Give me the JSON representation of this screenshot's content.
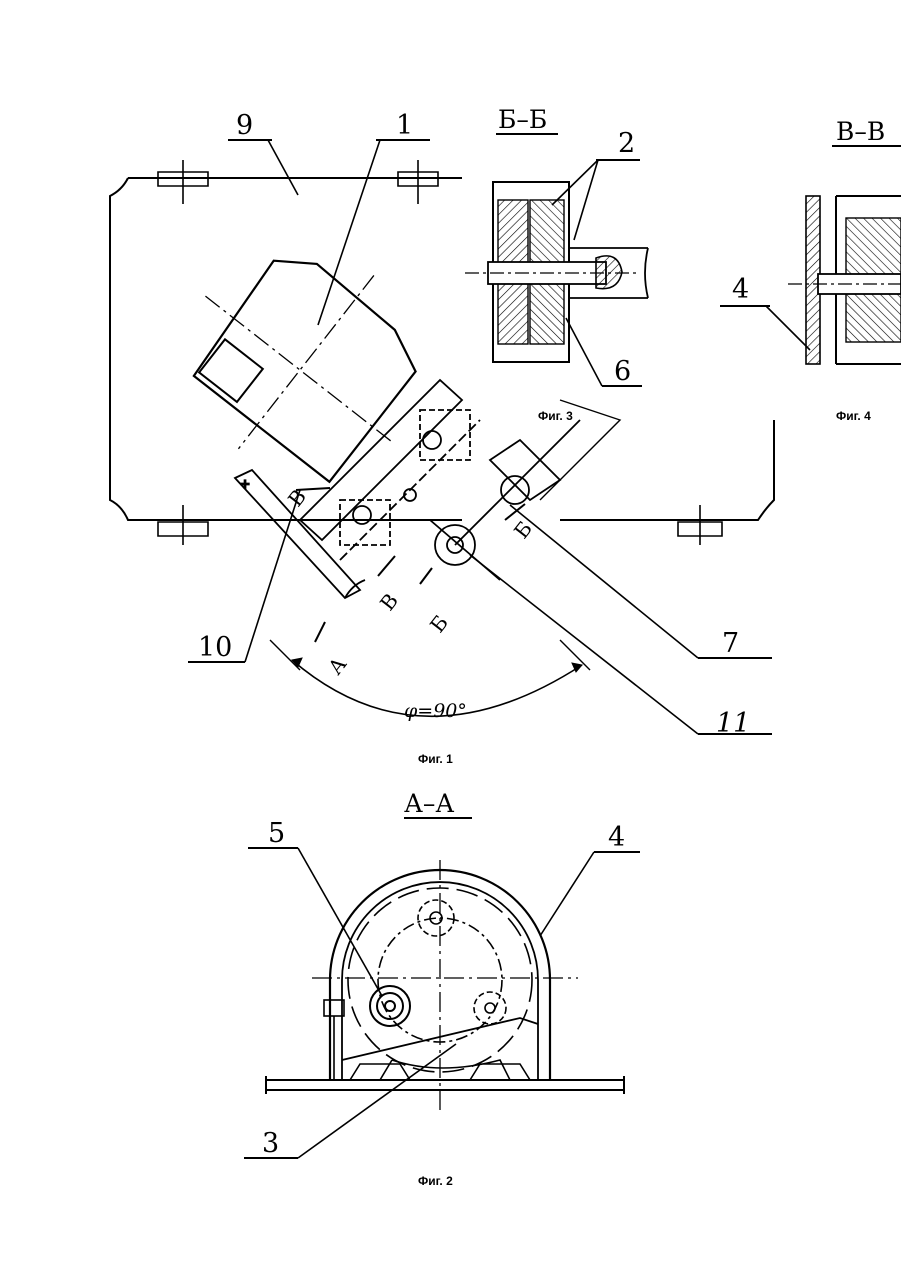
{
  "figures": {
    "fig1": {
      "caption": "Фиг. 1",
      "angle_label": "φ=90°",
      "leaders": [
        "9",
        "1",
        "10",
        "7",
        "11"
      ],
      "cut_marks": [
        "В",
        "В",
        "Б",
        "Б",
        "А"
      ]
    },
    "fig2": {
      "caption": "Фиг. 2",
      "section_title": "А–А",
      "leaders": [
        "5",
        "4",
        "3"
      ]
    },
    "fig3": {
      "caption": "Фиг. 3",
      "section_title": "Б–Б",
      "leaders": [
        "2",
        "6"
      ]
    },
    "fig4": {
      "caption": "Фиг. 4",
      "section_title": "В–В",
      "leaders": [
        "4"
      ]
    }
  }
}
